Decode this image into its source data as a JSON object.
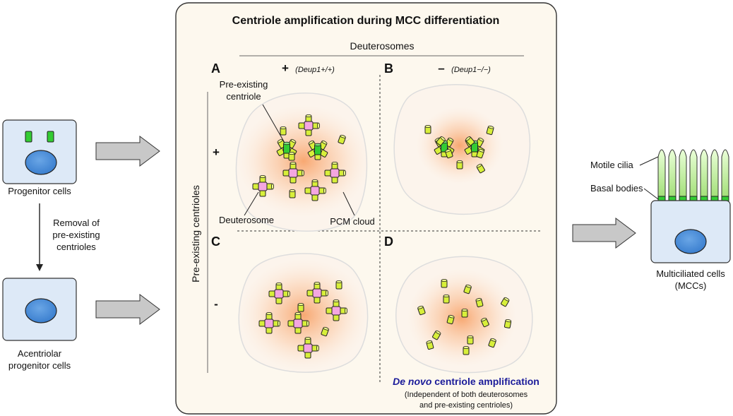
{
  "title": "Centriole amplification during MCC differentiation",
  "left_panel": {
    "progenitor_label": "Progenitor cells",
    "removal_label_1": "Removal of",
    "removal_label_2": "pre-existing",
    "removal_label_3": "centrioles",
    "acentriolar_label_1": "Acentriolar",
    "acentriolar_label_2": "progenitor cells"
  },
  "matrix": {
    "col_header": "Deuterosomes",
    "row_header": "Pre-existing centrioles",
    "col_plus": "+",
    "col_plus_genotype": "(Deup1+/+)",
    "col_minus": "–",
    "col_minus_genotype": "(Deup1−/−)",
    "row_plus": "+",
    "row_minus": "-",
    "panel_a": "A",
    "panel_b": "B",
    "panel_c": "C",
    "panel_d": "D",
    "preexisting_label_1": "Pre-existing",
    "preexisting_label_2": "centriole",
    "deuterosome_label": "Deuterosome",
    "pcm_label": "PCM cloud",
    "de_novo_italic": "De novo",
    "de_novo_rest": "centriole amplification",
    "de_novo_note_1": "(Independent of both deuterosomes",
    "de_novo_note_2": "and pre-existing centrioles)"
  },
  "right_panel": {
    "motile_cilia_label": "Motile cilia",
    "basal_bodies_label": "Basal bodies",
    "mcc_label_1": "Multiciliated cells",
    "mcc_label_2": "(MCCs)"
  },
  "colors": {
    "cell_fill": "#dde9f7",
    "nucleus": "#4a8fd8",
    "centriole_green": "#33cc33",
    "deuterosome_pink": "#f4a6e0",
    "procentriole": "#d8ef3a",
    "pcm": "#f7a46a",
    "box_bg": "#fdf8ee",
    "de_novo_blue": "#1b1b9a"
  }
}
